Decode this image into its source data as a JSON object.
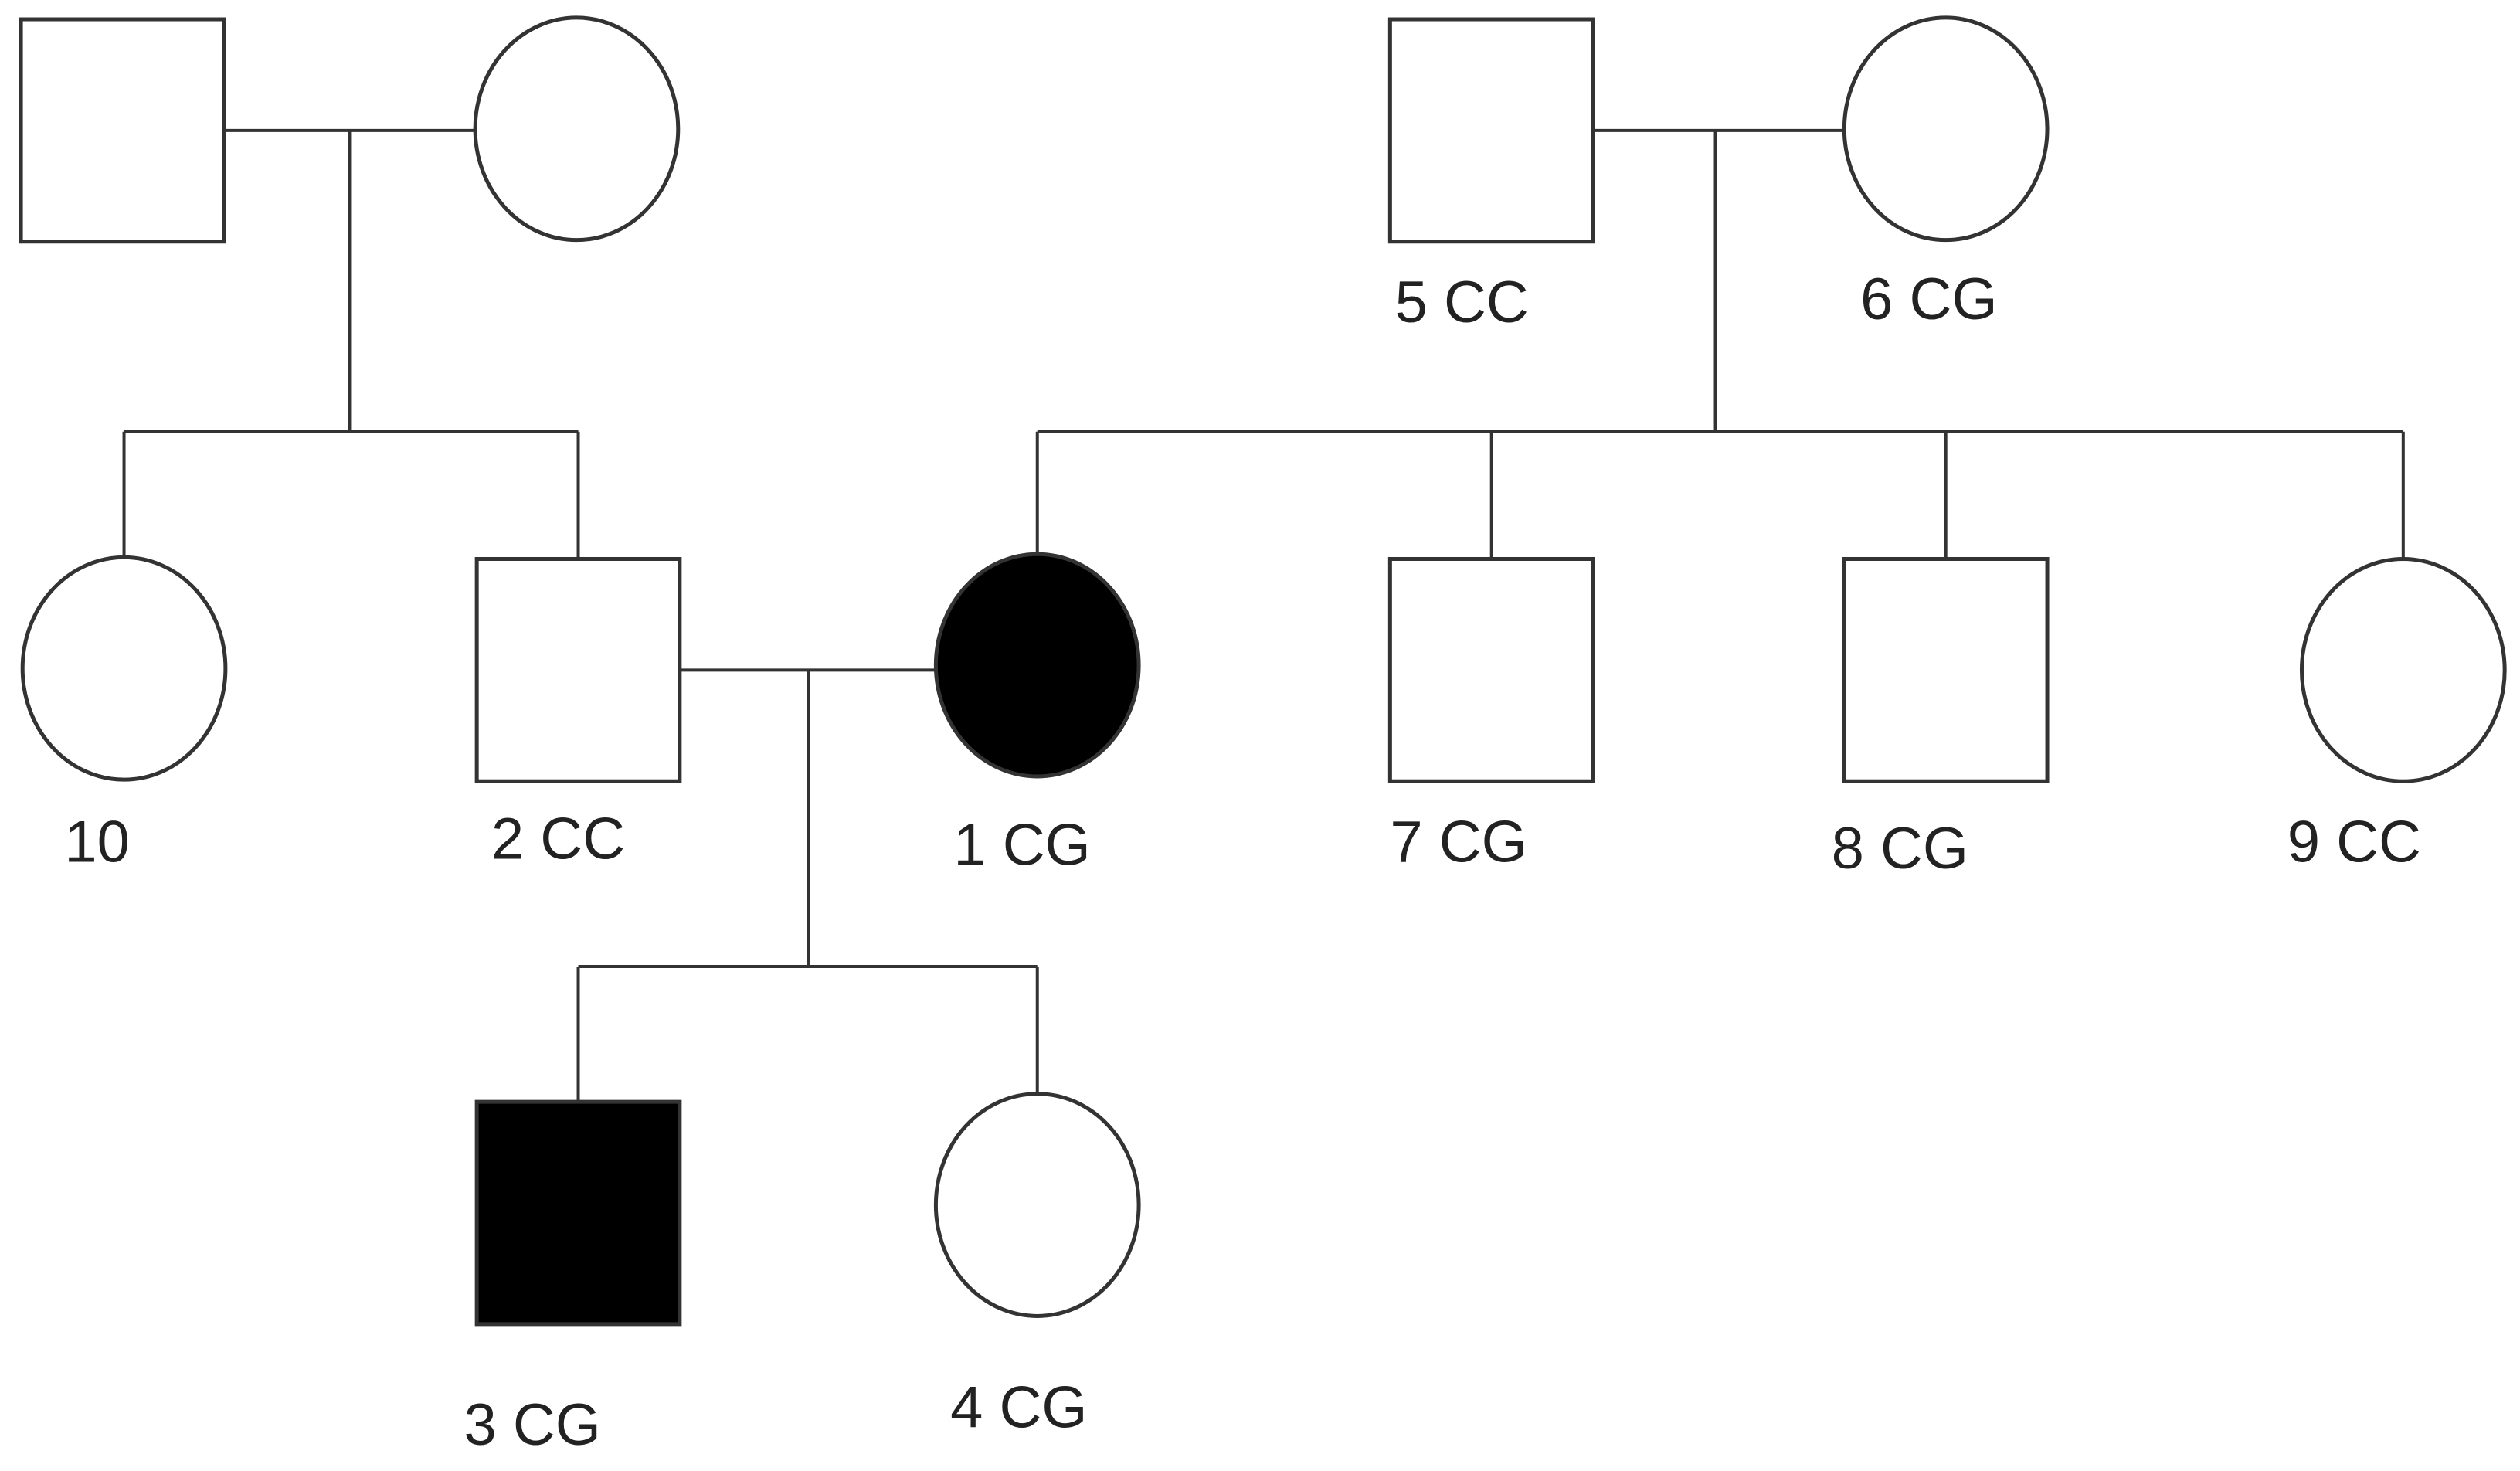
{
  "colors": {
    "affected": "#000000",
    "unaffected": "#ffffff",
    "line": "#333333",
    "text": "#222222"
  },
  "pedigree": {
    "individuals": [
      {
        "id": "gp1-father",
        "sex": "male",
        "affected": false,
        "label": ""
      },
      {
        "id": "gp1-mother",
        "sex": "female",
        "affected": false,
        "label": ""
      },
      {
        "id": "ind-5",
        "sex": "male",
        "affected": false,
        "label": "5 CC"
      },
      {
        "id": "ind-6",
        "sex": "female",
        "affected": false,
        "label": "6 CG"
      },
      {
        "id": "ind-10",
        "sex": "female",
        "affected": false,
        "label": "10"
      },
      {
        "id": "ind-2",
        "sex": "male",
        "affected": false,
        "label": "2 CC"
      },
      {
        "id": "ind-1",
        "sex": "female",
        "affected": true,
        "label": "1 CG"
      },
      {
        "id": "ind-7",
        "sex": "male",
        "affected": false,
        "label": "7 CG"
      },
      {
        "id": "ind-8",
        "sex": "male",
        "affected": false,
        "label": "8 CG"
      },
      {
        "id": "ind-9",
        "sex": "female",
        "affected": false,
        "label": "9 CC"
      },
      {
        "id": "ind-3",
        "sex": "male",
        "affected": true,
        "label": "3 CG"
      },
      {
        "id": "ind-4",
        "sex": "female",
        "affected": false,
        "label": "4 CG"
      }
    ]
  }
}
